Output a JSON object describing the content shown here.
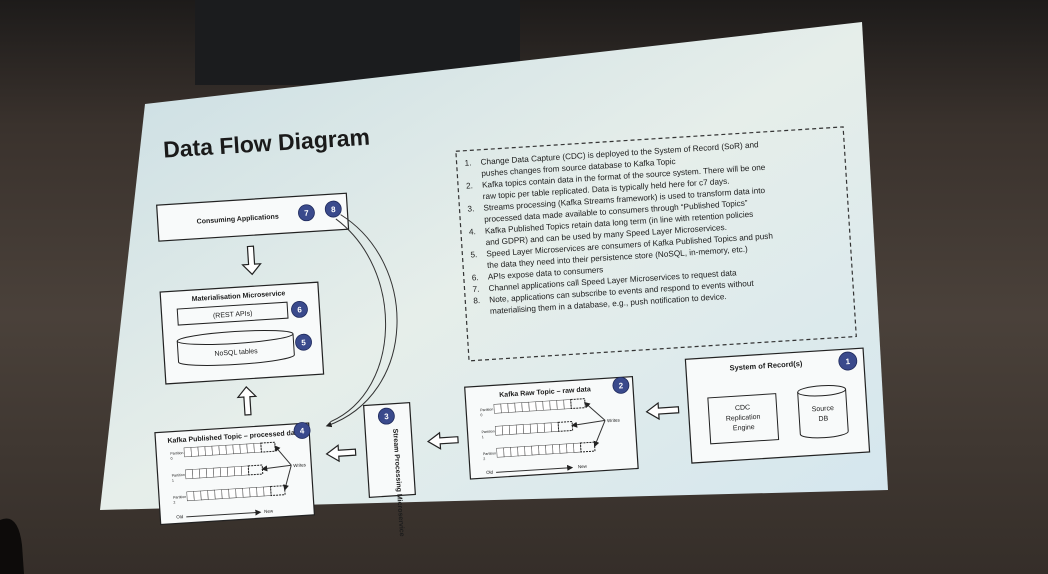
{
  "slide": {
    "title": "Data Flow Diagram",
    "notes": [
      {
        "num": "1.",
        "lines": [
          "Change Data Capture (CDC) is deployed to the System of Record (SoR) and",
          "pushes changes from source database to Kafka Topic"
        ]
      },
      {
        "num": "2.",
        "lines": [
          "Kafka topics contain data in the format of the source system.  There will be one",
          "raw topic per table replicated.  Data is typically held here for c7 days."
        ]
      },
      {
        "num": "3.",
        "lines": [
          "Streams processing (Kafka Streams framework) is used to transform data into",
          "processed data made available to consumers through “Published Topics”"
        ]
      },
      {
        "num": "4.",
        "lines": [
          "Kafka Published Topics retain data long term (in line with retention policies",
          "and GDPR) and can be used by many Speed Layer Microservices."
        ]
      },
      {
        "num": "5.",
        "lines": [
          "Speed Layer Microservices are consumers of Kafka Published Topics and push",
          "the data they need into their persistence store (NoSQL, in-memory, etc.)"
        ]
      },
      {
        "num": "6.",
        "lines": [
          "APIs expose data to consumers"
        ]
      },
      {
        "num": "7.",
        "lines": [
          "Channel applications call Speed Layer Microservices to request data"
        ]
      },
      {
        "num": "8.",
        "lines": [
          "Note, applications can subscribe to events and respond to events without",
          "materialising them in a database, e.g., push notification to device."
        ]
      }
    ],
    "consuming": {
      "label": "Consuming Applications",
      "badge_a": "7",
      "badge_b": "8"
    },
    "materialisation": {
      "label": "Materialisation Microservice",
      "rest": "(REST APIs)",
      "rest_badge": "6",
      "nosql": "NoSQL tables",
      "nosql_badge": "5"
    },
    "published": {
      "label": "Kafka Published Topic – processed da",
      "badge": "4",
      "old": "Old",
      "new": "New",
      "writes": "Writes",
      "partitions": [
        "Partition\n0",
        "Partition\n1",
        "Partition\n2"
      ]
    },
    "stream": {
      "label": "Stream Processing Microservice",
      "badge": "3"
    },
    "raw": {
      "label": "Kafka Raw Topic – raw data",
      "badge": "2",
      "old": "Old",
      "new": "New",
      "writes": "Writes",
      "partitions": [
        "Partition\n0",
        "Partition\n1",
        "Partition\n2"
      ]
    },
    "sor": {
      "label": "System of Record(s)",
      "badge": "1",
      "cdc": [
        "CDC",
        "Replication",
        "Engine"
      ],
      "db": [
        "Source",
        "DB"
      ]
    }
  }
}
